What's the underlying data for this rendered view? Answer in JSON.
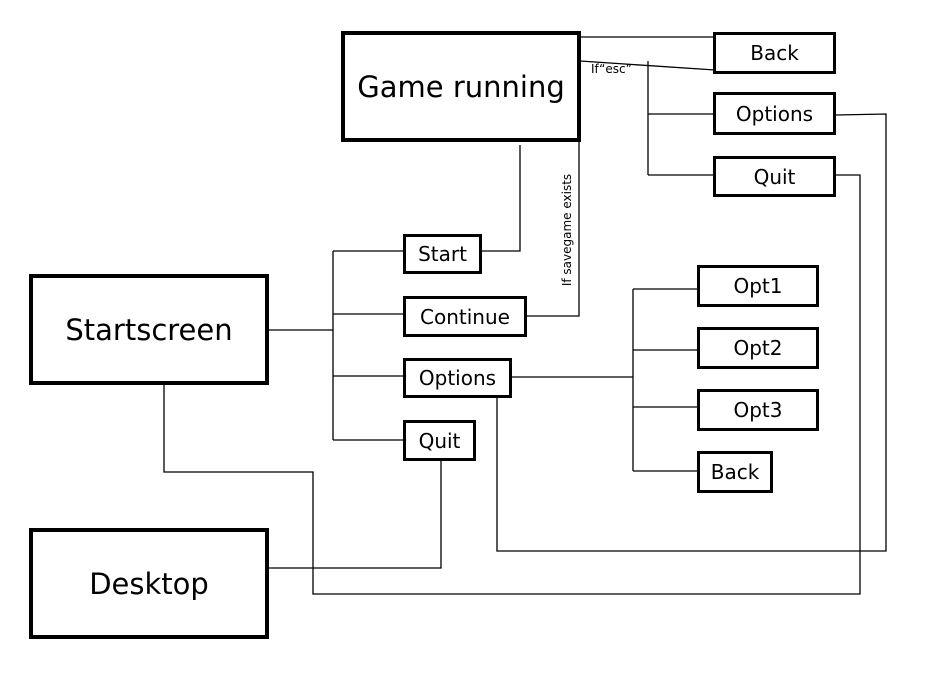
{
  "diagram": {
    "nodes": {
      "game_running": "Game running",
      "startscreen": "Startscreen",
      "desktop": "Desktop",
      "start": "Start",
      "continue": "Continue",
      "options_main": "Options",
      "quit_main": "Quit",
      "back_pause": "Back",
      "options_pause": "Options",
      "quit_pause": "Quit",
      "opt1": "Opt1",
      "opt2": "Opt2",
      "opt3": "Opt3",
      "back_options": "Back"
    },
    "notes": {
      "esc": "If“esc”",
      "savegame": "If savegame exists"
    }
  }
}
